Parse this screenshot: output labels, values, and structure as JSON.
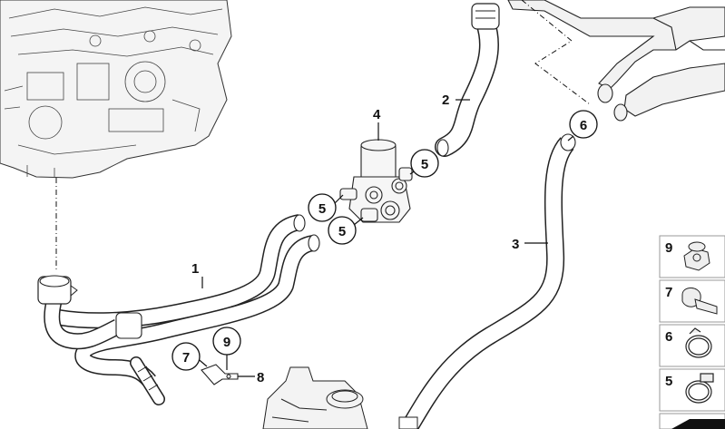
{
  "diagram": {
    "callouts": {
      "hose1": "1",
      "hose2": "2",
      "hose3": "3",
      "valve4": "4",
      "clampA": "5",
      "clampB": "5",
      "clampC": "5",
      "clampD": "6",
      "bracketClip": "7",
      "bracketNut": "9",
      "bracket": "8"
    },
    "legend": [
      {
        "num": "9",
        "icon": "hex-nut-icon"
      },
      {
        "num": "7",
        "icon": "clip-clamp-icon"
      },
      {
        "num": "6",
        "icon": "hose-clamp-icon"
      },
      {
        "num": "5",
        "icon": "screw-clamp-icon"
      }
    ]
  }
}
